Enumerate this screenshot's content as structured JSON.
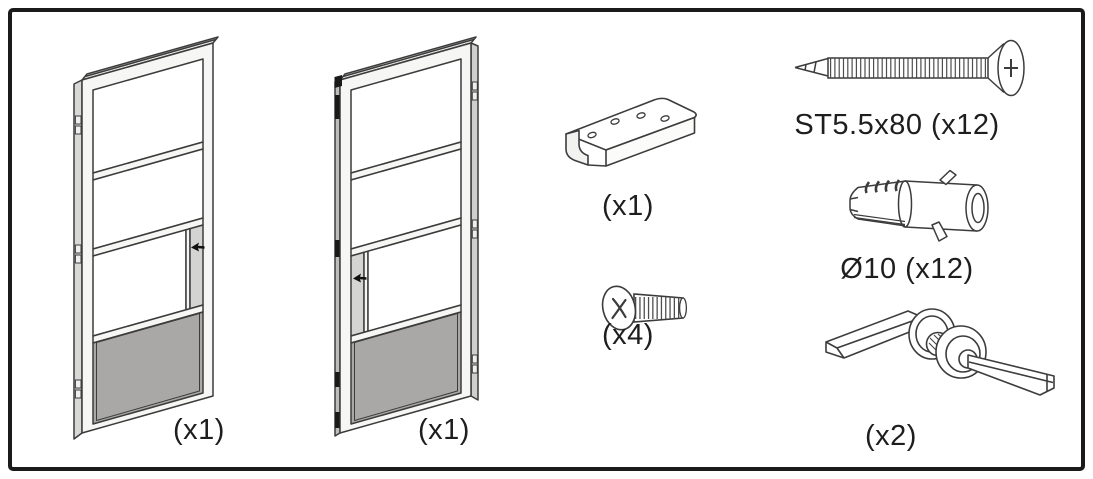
{
  "figure": {
    "title": "door kit parts overview",
    "border_color": "#1b1b1b",
    "line_color": "#3c3c3c",
    "panel_gray": "#aaa8a6",
    "strip_gray": "#d4d4d2",
    "background": "#ffffff"
  },
  "parts": {
    "door_left": {
      "qty": "(x1)"
    },
    "door_right": {
      "qty": "(x1)"
    },
    "bracket": {
      "qty": "(x1)"
    },
    "machine_screw": {
      "qty": "(x4)"
    },
    "wood_screw": {
      "label": "ST5.5x80 (x12)"
    },
    "wall_plug": {
      "label": "Ø10 (x12)"
    },
    "handle": {
      "qty": "(x2)"
    }
  }
}
